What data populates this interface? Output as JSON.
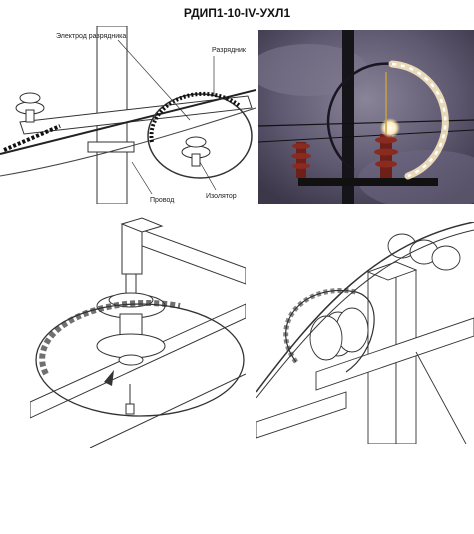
{
  "title": "РДИП1-10-IV-УХЛ1",
  "labels": {
    "electrode": "Электрод разрядника",
    "arrester": "Разрядник",
    "wire": "Провод",
    "insulator": "Изолятор"
  },
  "colors": {
    "line": "#333333",
    "sky": "#55506a",
    "insulator_red": "#8a2b22",
    "glow": "#fff6d8"
  }
}
